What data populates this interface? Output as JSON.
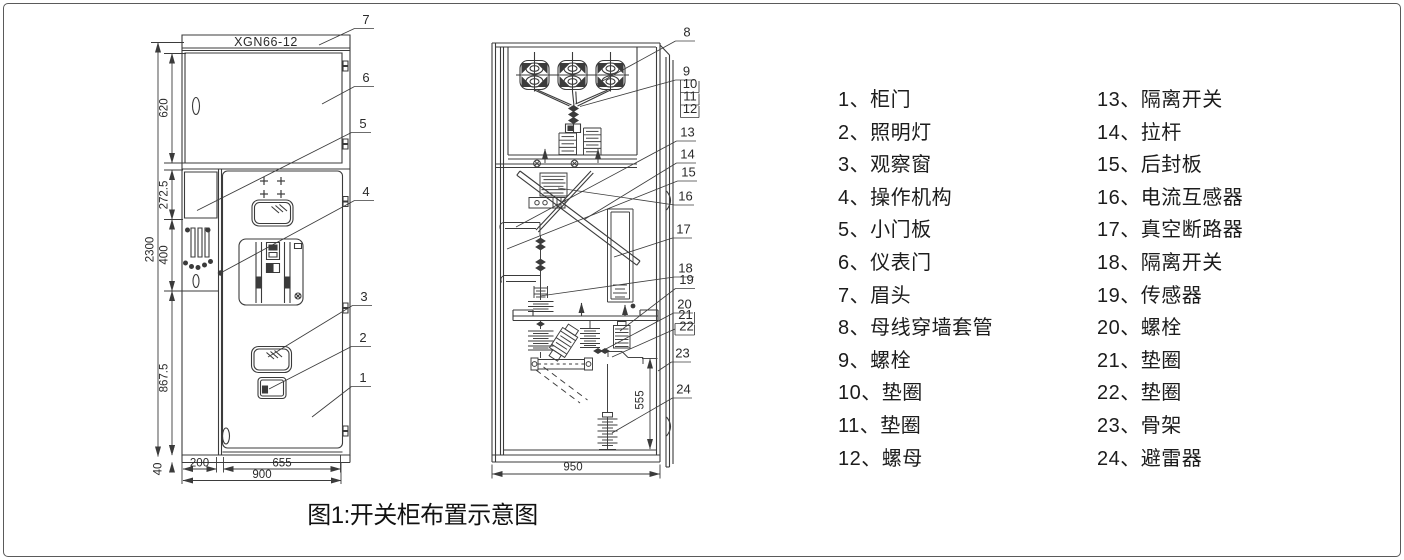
{
  "figure": {
    "caption": "图1:开关柜布置示意图",
    "model": "XGN66-12"
  },
  "front_view": {
    "dims": {
      "h2300": "2300",
      "h620": "620",
      "h272": "272.5",
      "h400": "400",
      "h867": "867.5",
      "h40": "40",
      "w200": "200",
      "w655": "655",
      "w900": "900"
    }
  },
  "side_view": {
    "dims": {
      "h555": "555",
      "w950": "950"
    }
  },
  "callouts": {
    "c1": "1",
    "c2": "2",
    "c3": "3",
    "c4": "4",
    "c5": "5",
    "c6": "6",
    "c7": "7",
    "c8": "8",
    "c9": "9",
    "c10": "10",
    "c11": "11",
    "c12": "12",
    "c13": "13",
    "c14": "14",
    "c15": "15",
    "c16": "16",
    "c17": "17",
    "c18": "18",
    "c19": "19",
    "c20": "20",
    "c21": "21",
    "c22": "22",
    "c23": "23",
    "c24": "24"
  },
  "legend": {
    "col1": [
      "1、柜门",
      "2、照明灯",
      "3、观察窗",
      "4、操作机构",
      "5、小门板",
      "6、仪表门",
      "7、眉头",
      "8、母线穿墙套管",
      "9、螺栓",
      "10、垫圈",
      "11、垫圈",
      "12、螺母"
    ],
    "col2": [
      "13、隔离开关",
      "14、拉杆",
      "15、后封板",
      "16、电流互感器",
      "17、真空断路器",
      "18、隔离开关",
      "19、传感器",
      "20、螺栓",
      "21、垫圈",
      "22、垫圈",
      "23、骨架",
      "24、避雷器"
    ]
  }
}
